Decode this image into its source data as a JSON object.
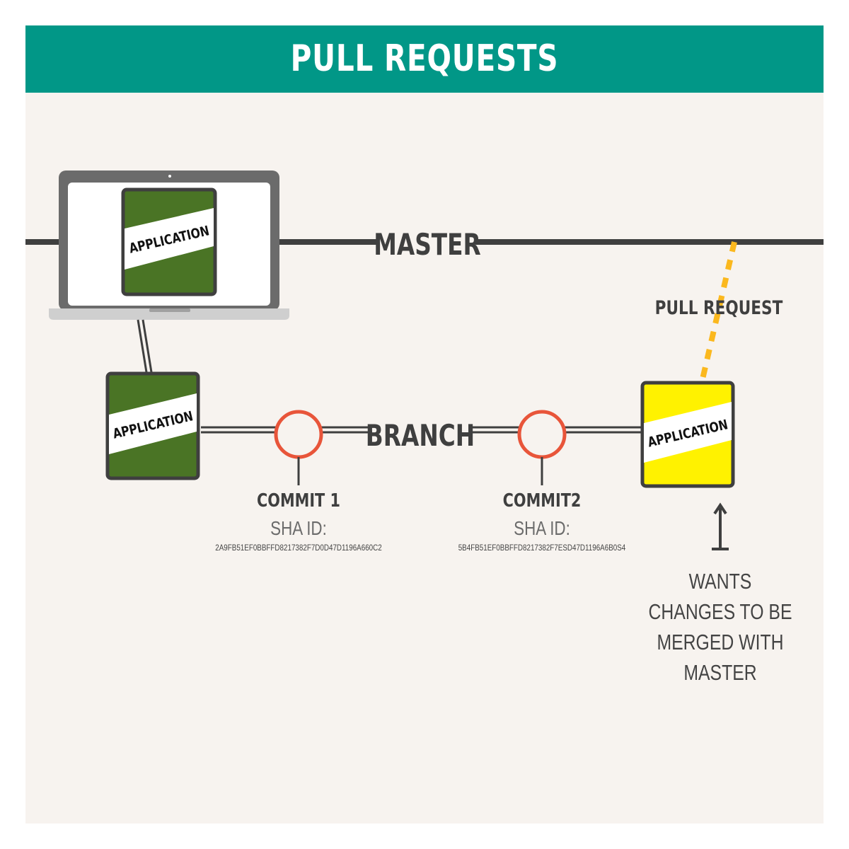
{
  "title": "PULL REQUESTS",
  "labels": {
    "master": "MASTER",
    "branch": "BRANCH",
    "pull_request": "PULL REQUEST",
    "app": "APPLICATION"
  },
  "commits": [
    {
      "name": "COMMIT 1",
      "sha_label": "SHA ID:",
      "sha": "2A9FB51EF0BBFFD8217382F7D0D47D1196A660C2"
    },
    {
      "name": "COMMIT2",
      "sha_label": "SHA ID:",
      "sha": "5B4FB51EF0BBFFD8217382F7ESD47D1196A6B0S4"
    }
  ],
  "note": [
    "WANTS",
    "CHANGES TO BE",
    "MERGED WITH",
    "MASTER"
  ],
  "colors": {
    "header": "#019787",
    "background": "#f7f3ef",
    "line": "#3f3f3f",
    "app_green": "#4a7425",
    "app_yellow": "#fff200",
    "commit_ring": "#e8553a",
    "pull_request_dash": "#fbb81e",
    "text_dark": "#3f3f3f"
  }
}
